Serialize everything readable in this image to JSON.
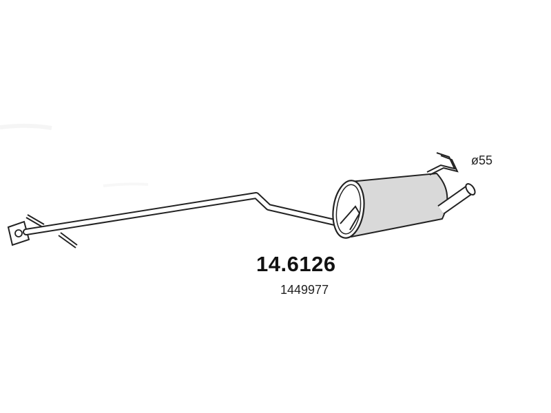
{
  "diagram": {
    "part_number": "14.6126",
    "oe_number": "1449977",
    "outlet_diameter": "ø55"
  },
  "colors": {
    "outline": "#222222",
    "muffler_fill": "#d9d9d9",
    "background": "#ffffff"
  }
}
